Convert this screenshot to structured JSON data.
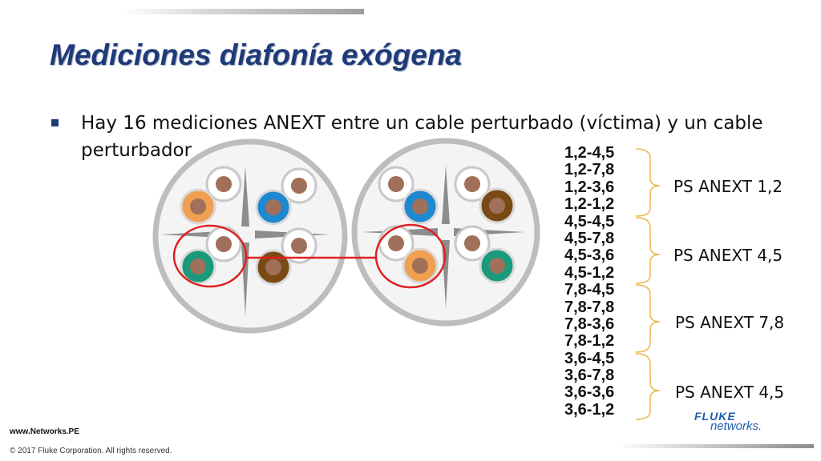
{
  "slide": {
    "title": "Mediciones diafonía exógena",
    "bullet_line1": "Hay 16 mediciones ANEXT entre un cable perturbado (víctima) y un cable",
    "bullet_line2": "perturbador"
  },
  "measurements": [
    "1,2-4,5",
    "1,2-7,8",
    "1,2-3,6",
    "1,2-1,2",
    "4,5-4,5",
    "4,5-7,8",
    "4,5-3,6",
    "4,5-1,2",
    "7,8-4,5",
    "7,8-7,8",
    "7,8-3,6",
    "7,8-1,2",
    "3,6-4,5",
    "3,6-7,8",
    "3,6-3,6",
    "3,6-1,2"
  ],
  "groups": [
    {
      "label": "PS ANEXT 1,2"
    },
    {
      "label": "PS ANEXT 4,5"
    },
    {
      "label": "PS ANEXT 7,8"
    },
    {
      "label": "PS ANEXT 4,5"
    }
  ],
  "footer": {
    "site": "www.Networks.PE",
    "copyright": "© 2017 Fluke Corporation. All rights reserved."
  },
  "logo": {
    "line1": "FLUKE",
    "line2": "networks."
  },
  "colors": {
    "title": "#1f3a78",
    "highlight": "#e02020",
    "brace": "#e8b84a",
    "orange": "#f0a050",
    "blue": "#1e88d0",
    "green": "#1a9a7a",
    "brown": "#7a4a14",
    "white_conductor": "#ffffff",
    "copper": "#a0705a"
  }
}
